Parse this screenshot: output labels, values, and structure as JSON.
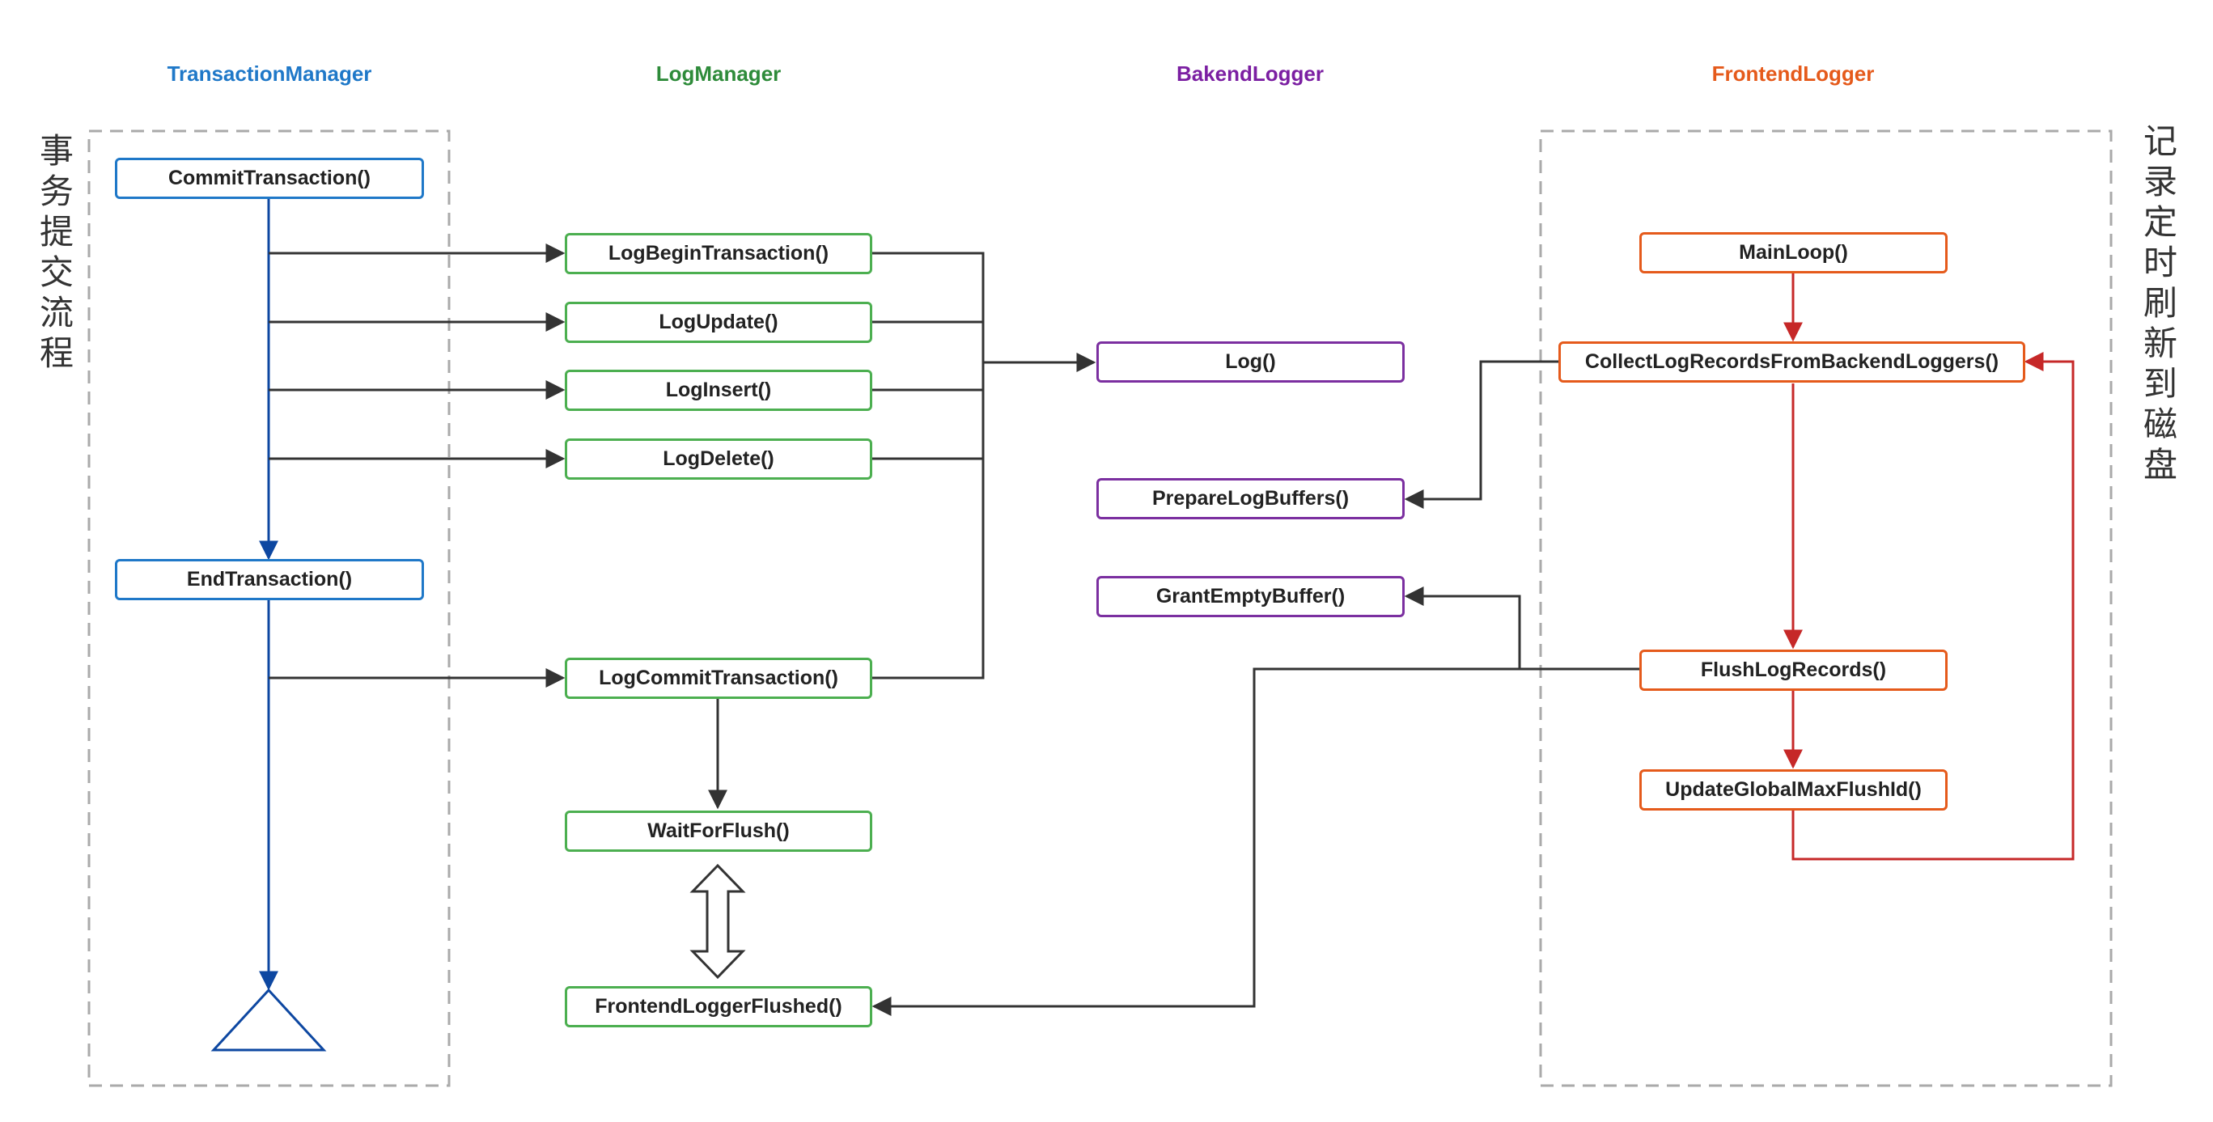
{
  "lanes": {
    "transaction_manager": {
      "title": "TransactionManager",
      "color": "#1f78c8"
    },
    "log_manager": {
      "title": "LogManager",
      "color": "#2e8b3a"
    },
    "backend_logger": {
      "title": "BakendLogger",
      "color": "#7b1fa2"
    },
    "frontend_logger": {
      "title": "FrontendLogger",
      "color": "#e55a1b"
    }
  },
  "side_labels": {
    "left": "事务提交流程",
    "right": "记录定时刷新到磁盘"
  },
  "nodes": {
    "commit_transaction": "CommitTransaction()",
    "end_transaction": "EndTransaction()",
    "log_begin_transaction": "LogBeginTransaction()",
    "log_update": "LogUpdate()",
    "log_insert": "LogInsert()",
    "log_delete": "LogDelete()",
    "log_commit_transaction": "LogCommitTransaction()",
    "wait_for_flush": "WaitForFlush()",
    "frontend_logger_flushed": "FrontendLoggerFlushed()",
    "log": "Log()",
    "prepare_log_buffers": "PrepareLogBuffers()",
    "grant_empty_buffer": "GrantEmptyBuffer()",
    "main_loop": "MainLoop()",
    "collect_log_records": "CollectLogRecordsFromBackendLoggers()",
    "flush_log_records": "FlushLogRecords()",
    "update_global_max_flush_id": "UpdateGlobalMaxFlushId()"
  },
  "colors": {
    "blue_flow": "#0d47a1",
    "black_flow": "#333333",
    "red_flow": "#c62828",
    "dashed_border": "#aaaaaa"
  }
}
